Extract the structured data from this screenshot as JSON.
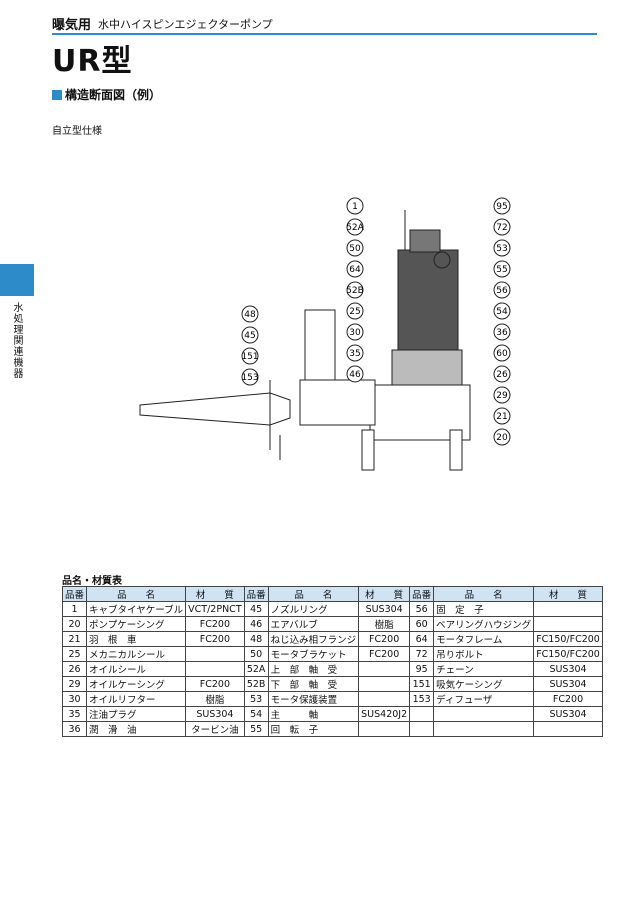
{
  "header": {
    "category": "曝気用",
    "subtitle": "水中ハイスピンエジェクターポンプ"
  },
  "model": "UR型",
  "section_title": "構造断面図（例）",
  "spec_note": "自立型仕様",
  "side_label": "水処理関連機器",
  "callouts_left": [
    "1",
    "52A",
    "50",
    "64",
    "52B",
    "25",
    "30",
    "35",
    "46",
    "48",
    "45",
    "151",
    "153"
  ],
  "callouts_right": [
    "95",
    "72",
    "53",
    "55",
    "56",
    "54",
    "36",
    "60",
    "26",
    "29",
    "21",
    "20"
  ],
  "table": {
    "title": "品名・材質表",
    "headers": [
      "品番",
      "品　　名",
      "材　　質",
      "品番",
      "品　　名",
      "材　　質",
      "品番",
      "品　　名",
      "材　　質"
    ],
    "rows": [
      [
        "1",
        "キャブタイヤケーブル",
        "VCT/2PNCT",
        "45",
        "ノズルリング",
        "SUS304",
        "56",
        "固　定　子",
        ""
      ],
      [
        "20",
        "ポンプケーシング",
        "FC200",
        "46",
        "エアバルブ",
        "樹脂",
        "60",
        "ベアリングハウジング",
        ""
      ],
      [
        "21",
        "羽　根　車",
        "FC200",
        "48",
        "ねじ込み相フランジ",
        "FC200",
        "64",
        "モータフレーム",
        "FC150/FC200"
      ],
      [
        "25",
        "メカニカルシール",
        "",
        "50",
        "モータブラケット",
        "FC200",
        "72",
        "吊りボルト",
        "FC150/FC200"
      ],
      [
        "26",
        "オイルシール",
        "",
        "52A",
        "上　部　軸　受",
        "",
        "95",
        "チェーン",
        "SUS304"
      ],
      [
        "29",
        "オイルケーシング",
        "FC200",
        "52B",
        "下　部　軸　受",
        "",
        "151",
        "吸気ケーシング",
        "SUS304"
      ],
      [
        "30",
        "オイルリフター",
        "樹脂",
        "53",
        "モータ保護装置",
        "",
        "153",
        "ディフューザ",
        "FC200"
      ],
      [
        "35",
        "注油プラグ",
        "SUS304",
        "54",
        "主　　　軸",
        "SUS420J2",
        "",
        "",
        "SUS304"
      ],
      [
        "36",
        "潤　滑　油",
        "タービン油",
        "55",
        "回　転　子",
        "",
        "",
        "",
        ""
      ]
    ]
  }
}
